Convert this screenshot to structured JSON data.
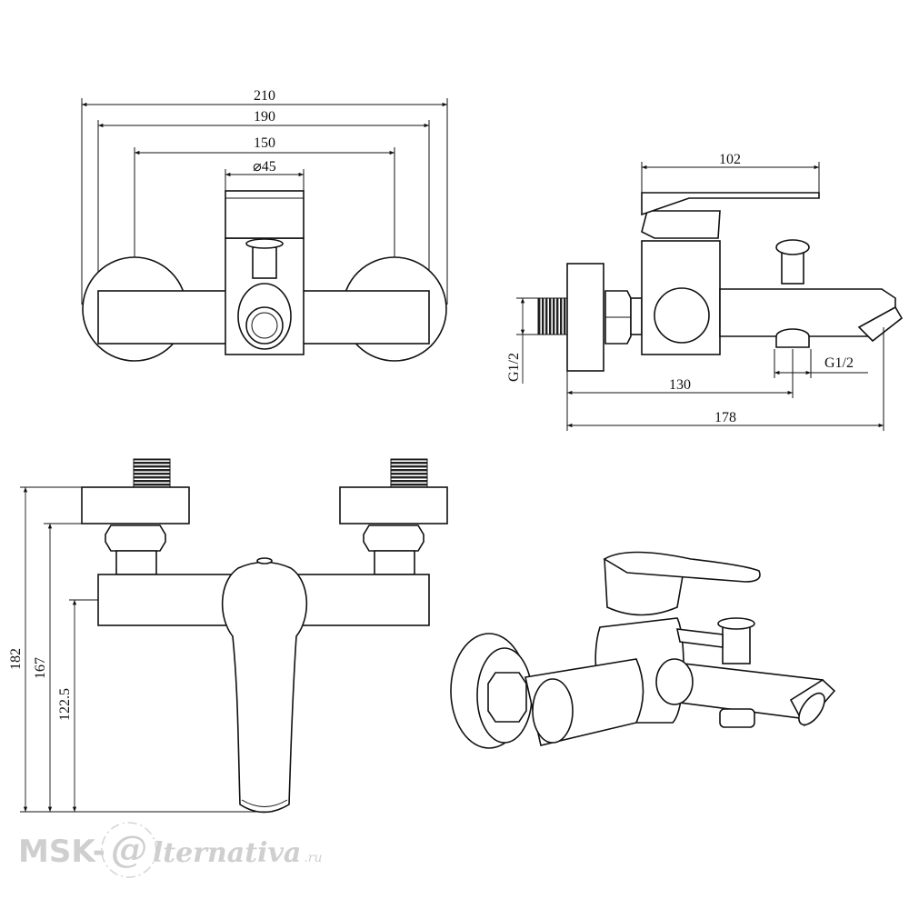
{
  "front_view": {
    "dim_overall": "210",
    "dim_flanges": "190",
    "dim_centers": "150",
    "dim_body_diameter": "⌀45"
  },
  "side_view": {
    "dim_handle": "102",
    "dim_inlet_thread": "G1/2",
    "dim_outlet_thread": "G1/2",
    "dim_to_outlet": "130",
    "dim_overall_depth": "178"
  },
  "top_view": {
    "dim_total_height": "182",
    "dim_flange_height": "167",
    "dim_body_height": "122.5"
  },
  "watermark": {
    "brand": "MSK-",
    "at": "@",
    "name": "lternativa",
    "tld": ".ru"
  }
}
